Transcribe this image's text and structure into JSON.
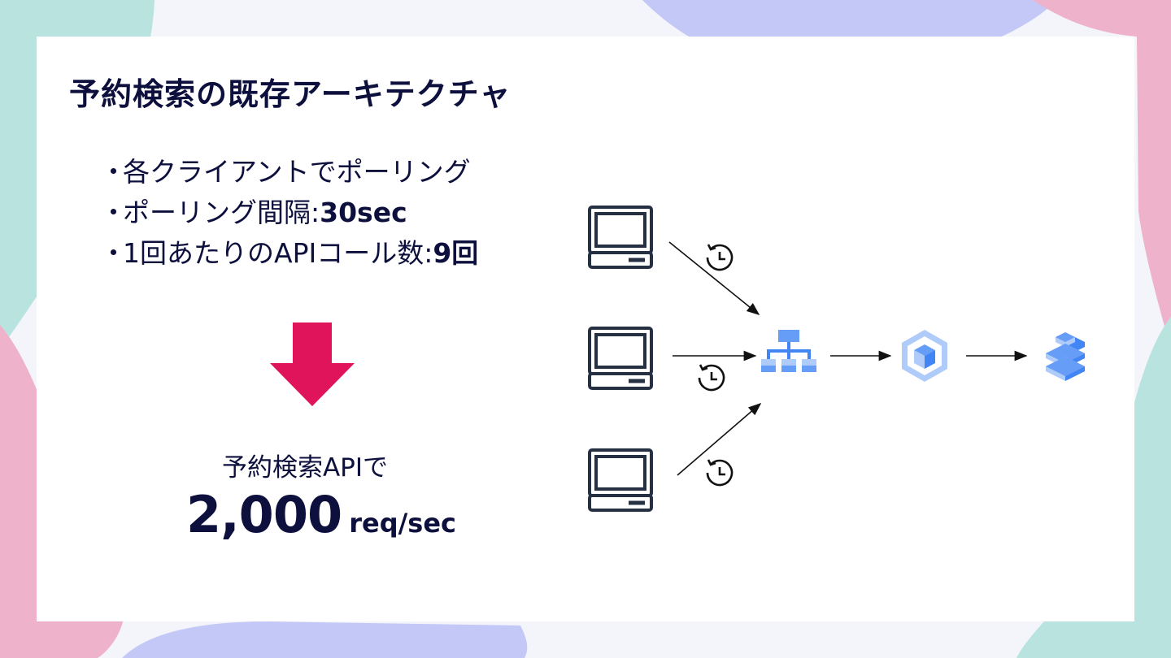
{
  "slide": {
    "title": "予約検索の既存アーキテクチャ",
    "bullets": [
      {
        "marker": "・",
        "text": "各クライアントでポーリング",
        "bold": ""
      },
      {
        "marker": "・",
        "text": "ポーリング間隔: ",
        "bold": "30sec"
      },
      {
        "marker": "・",
        "text": "1回あたりのAPIコール数: ",
        "bold": "9回"
      }
    ],
    "result": {
      "label": "予約検索APIで",
      "number": "2,000",
      "unit": "req/sec"
    }
  },
  "colors": {
    "accent_arrow": "#e0145a",
    "text_dark": "#0d0f3d",
    "node_blue_light": "#aecbfa",
    "node_blue": "#669df6",
    "node_blue_dark": "#4285f4",
    "bg_teal": "#b8e3df",
    "bg_pink": "#eeb2cb",
    "bg_lavender": "#c4c8f6"
  },
  "diagram": {
    "clients": [
      {
        "icon": "computer-icon",
        "poll_icon": "history-clock-icon"
      },
      {
        "icon": "computer-icon",
        "poll_icon": "history-clock-icon"
      },
      {
        "icon": "computer-icon",
        "poll_icon": "history-clock-icon"
      }
    ],
    "nodes": [
      {
        "icon": "load-balancer-icon"
      },
      {
        "icon": "compute-engine-icon"
      },
      {
        "icon": "database-icon"
      }
    ]
  }
}
